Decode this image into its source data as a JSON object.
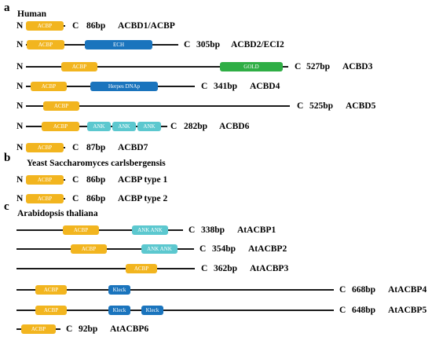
{
  "panels": {
    "a": {
      "letter": "a",
      "title": "Human"
    },
    "b": {
      "letter": "b",
      "title": "Yeast Saccharomyces carlsbergensis"
    },
    "c": {
      "letter": "c",
      "title": "Arabidopsis thaliana"
    }
  },
  "terminals": {
    "n": "N",
    "c": "C"
  },
  "proteins": {
    "acbd1": {
      "length": "86bp",
      "name": "ACBD1/ACBP",
      "domains": [
        "ACBP"
      ]
    },
    "acbd2": {
      "length": "305bp",
      "name": "ACBD2/ECI2",
      "domains": [
        "ACBP",
        "ECH"
      ]
    },
    "acbd3": {
      "length": "527bp",
      "name": "ACBD3",
      "domains": [
        "ACBP",
        "GOLD"
      ]
    },
    "acbd4": {
      "length": "341bp",
      "name": "ACBD4",
      "domains": [
        "ACBP",
        "Herpes DNAp"
      ]
    },
    "acbd5": {
      "length": "525bp",
      "name": "ACBD5",
      "domains": [
        "ACBP"
      ]
    },
    "acbd6": {
      "length": "282bp",
      "name": "ACBD6",
      "domains": [
        "ACBP",
        "ANK",
        "ANK",
        "ANK"
      ]
    },
    "acbd7": {
      "length": "87bp",
      "name": "ACBD7",
      "domains": [
        "ACBP"
      ]
    },
    "yeast1": {
      "length": "86bp",
      "name": "ACBP type 1",
      "domains": [
        "ACBP"
      ]
    },
    "yeast2": {
      "length": "86bp",
      "name": "ACBP type 2",
      "domains": [
        "ACBP"
      ]
    },
    "at1": {
      "length": "338bp",
      "name": "AtACBP1",
      "domains": [
        "ACBP",
        "ANK ANK"
      ]
    },
    "at2": {
      "length": "354bp",
      "name": "AtACBP2",
      "domains": [
        "ACBP",
        "ANK ANK"
      ]
    },
    "at3": {
      "length": "362bp",
      "name": "AtACBP3",
      "domains": [
        "ACBP"
      ]
    },
    "at4": {
      "length": "668bp",
      "name": "AtACBP4",
      "domains": [
        "ACBP",
        "Kleck"
      ]
    },
    "at5": {
      "length": "648bp",
      "name": "AtACBP5",
      "domains": [
        "ACBP",
        "Kleck",
        "Kleck"
      ]
    },
    "at6": {
      "length": "92bp",
      "name": "AtACBP6",
      "domains": [
        "ACBP"
      ]
    }
  },
  "colors": {
    "acbp": "#f2b51f",
    "ech": "#1a74bd",
    "gold": "#2fae45",
    "herpes": "#1a74bd",
    "ank": "#5cc8cf",
    "kleck": "#1a74bd"
  }
}
